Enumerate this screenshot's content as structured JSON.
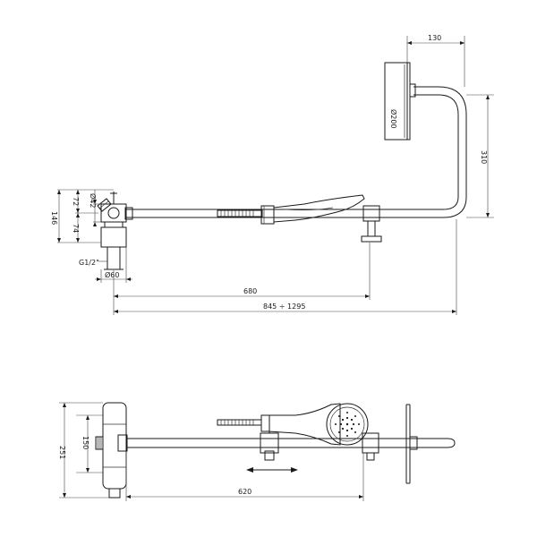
{
  "dimensions": {
    "top_width_130": "130",
    "rain_diameter": "Ø200",
    "height_310": "310",
    "d42": "Ø42",
    "d72": "72",
    "d74": "74",
    "d146": "146",
    "thread": "G1/2\"",
    "d60": "Ø60",
    "len_680": "680",
    "len_range": "845 ÷ 1295",
    "d150": "150",
    "d251": "251",
    "len_620": "620"
  }
}
